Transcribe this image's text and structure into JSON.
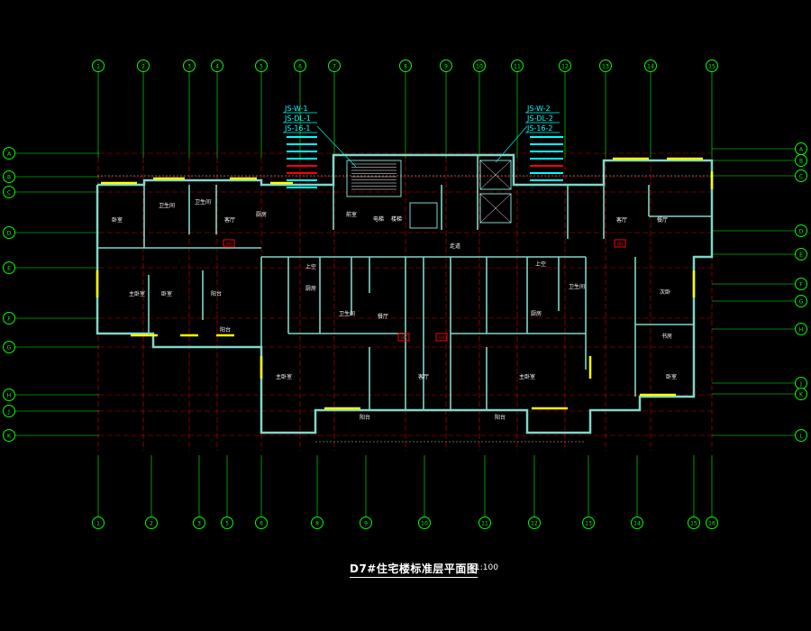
{
  "drawing": {
    "title": "D7#住宅楼标准层平面图",
    "scale": "1:100"
  },
  "colors": {
    "background": "#000000",
    "grid_bubble": "#00ff00",
    "dim_line": "#ff0000",
    "wall": "#7fd6c8",
    "window": "#ffff00",
    "callout": "#00ffff",
    "room_label": "#ffffff",
    "note_red": "#ff0000",
    "tag_red": "#ff0000"
  },
  "grid": {
    "top_axes": [
      "1-1",
      "1-2",
      "1-3",
      "1-4",
      "1-5",
      "1-6",
      "1-7",
      "1-8",
      "1-9",
      "1-10",
      "1-11",
      "1-12",
      "1-13",
      "1-14",
      "1-15"
    ],
    "bottom_axes": [
      "1-1",
      "1-2",
      "1-3",
      "1-5",
      "1-6",
      "1-8",
      "1-9",
      "1-10",
      "1-11",
      "1-12",
      "1-13",
      "1-14",
      "1-15",
      "1-16"
    ],
    "left_axes": [
      "1-A",
      "1-B",
      "1-C",
      "1-D",
      "1-E",
      "1-F",
      "1-G",
      "1-H",
      "1-J",
      "1-K"
    ],
    "right_axes": [
      "1-A",
      "1-B",
      "1-C",
      "1-D",
      "1-E",
      "1-F",
      "1-G",
      "1-H",
      "1-J",
      "1-K",
      "1-L"
    ]
  },
  "callouts": {
    "left": [
      "JS-W-1",
      "JS-DL-1",
      "JS-16-1"
    ],
    "right": [
      "JS-W-2",
      "JS-DL-2",
      "JS-16-2"
    ]
  },
  "rooms": [
    "卧室",
    "卫生间",
    "客厅",
    "厨房",
    "主卧室",
    "阳台",
    "餐厅",
    "电梯",
    "楼梯",
    "走道",
    "前室",
    "次卧",
    "书房",
    "上空"
  ],
  "tags": [
    "BH",
    "BH",
    "BH",
    "BH"
  ]
}
